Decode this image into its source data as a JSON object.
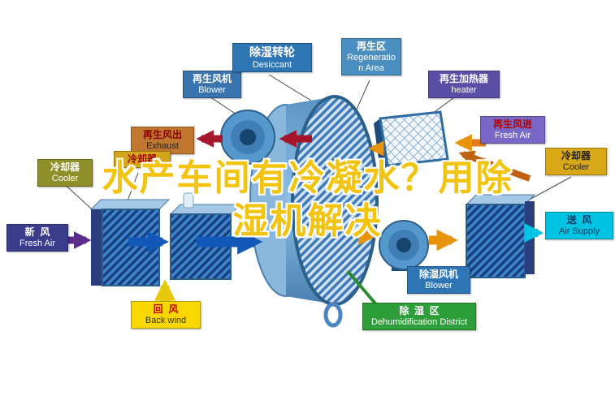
{
  "watermark": {
    "line1": "水产车间有冷凝水？用除",
    "line2": "湿机解决"
  },
  "labels": {
    "regen_blower": {
      "zh": "再生风机",
      "en": "Blower"
    },
    "desiccant": {
      "zh": "除湿转轮",
      "en": "Desiccant"
    },
    "regen_area": {
      "zh": "再生区",
      "en": "Regeneration Area"
    },
    "heater": {
      "zh": "再生加热器",
      "en": "heater"
    },
    "exhaust": {
      "zh": "再生风出",
      "en": "Exhaust"
    },
    "cooler_mid": {
      "zh": "冷却器"
    },
    "cooler_left": {
      "zh": "冷却器",
      "en": "Cooler"
    },
    "fresh_air_left": {
      "zh": "新  风",
      "en": "Fresh Air"
    },
    "regen_air_in": {
      "zh": "再生风进",
      "en": "Fresh Air"
    },
    "cooler_right": {
      "zh": "冷却器",
      "en": "Cooler"
    },
    "air_supply": {
      "zh": "送  风",
      "en": "Air Supply"
    },
    "back_wind": {
      "zh": "回  风",
      "en": "Back wind"
    },
    "dehum_blower": {
      "zh": "除湿风机",
      "en": "Blower"
    },
    "dehum_district": {
      "zh": "除  湿  区",
      "en": "Dehumidification District"
    }
  },
  "colors": {
    "watermark_text": "#f2c30f",
    "wheel_blue": "#4a86c0",
    "unit_hatch_blue": "#3f85cc",
    "arrow_red": "#a5152b",
    "arrow_blue": "#1258b8",
    "arrow_orange": "#e8940a",
    "arrow_dark_orange": "#c06212",
    "arrow_purple": "#5b2d8e",
    "arrow_cyan": "#00c4e4",
    "arrow_yellow": "#e8c80a",
    "dehum_green": "#2e9e3a"
  }
}
